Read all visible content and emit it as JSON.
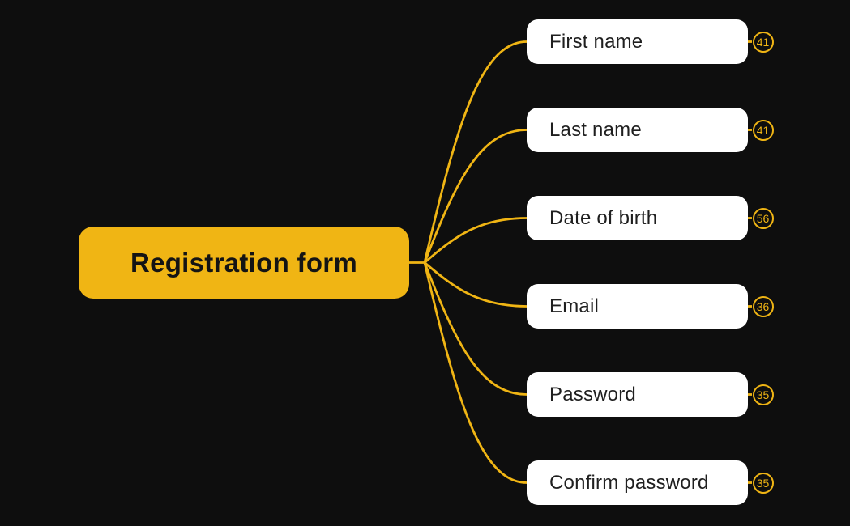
{
  "colors": {
    "background": "#0e0e0e",
    "accent": "#F0B514",
    "topic_fill": "#ffffff",
    "central_text": "#141414",
    "topic_text": "#1f1f1f"
  },
  "central": {
    "label": "Registration form"
  },
  "branches": [
    {
      "label": "First name",
      "count": "41"
    },
    {
      "label": "Last name",
      "count": "41"
    },
    {
      "label": "Date of birth",
      "count": "56"
    },
    {
      "label": "Email",
      "count": "36"
    },
    {
      "label": "Password",
      "count": "35"
    },
    {
      "label": "Confirm password",
      "count": "35"
    }
  ]
}
